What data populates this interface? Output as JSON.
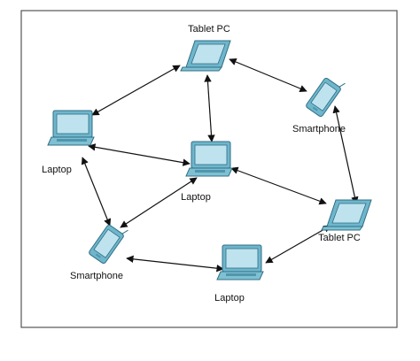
{
  "diagram": {
    "nodes": [
      {
        "id": "tablet1",
        "type": "tablet",
        "label": "Tablet PC"
      },
      {
        "id": "smart1",
        "type": "smartphone",
        "label": "Smartphone"
      },
      {
        "id": "laptop1",
        "type": "laptop",
        "label": "Laptop"
      },
      {
        "id": "laptop2",
        "type": "laptop",
        "label": "Laptop"
      },
      {
        "id": "tablet2",
        "type": "tablet",
        "label": "Tablet PC"
      },
      {
        "id": "smart2",
        "type": "smartphone",
        "label": "Smartphone"
      },
      {
        "id": "laptop3",
        "type": "laptop",
        "label": "Laptop"
      }
    ],
    "edges": [
      {
        "from": "tablet1",
        "to": "laptop1"
      },
      {
        "from": "tablet1",
        "to": "laptop2"
      },
      {
        "from": "tablet1",
        "to": "smart1"
      },
      {
        "from": "smart1",
        "to": "tablet2"
      },
      {
        "from": "laptop1",
        "to": "laptop2"
      },
      {
        "from": "laptop1",
        "to": "smart2"
      },
      {
        "from": "laptop2",
        "to": "smart2"
      },
      {
        "from": "laptop2",
        "to": "tablet2"
      },
      {
        "from": "smart2",
        "to": "laptop3"
      },
      {
        "from": "laptop3",
        "to": "tablet2"
      }
    ]
  }
}
